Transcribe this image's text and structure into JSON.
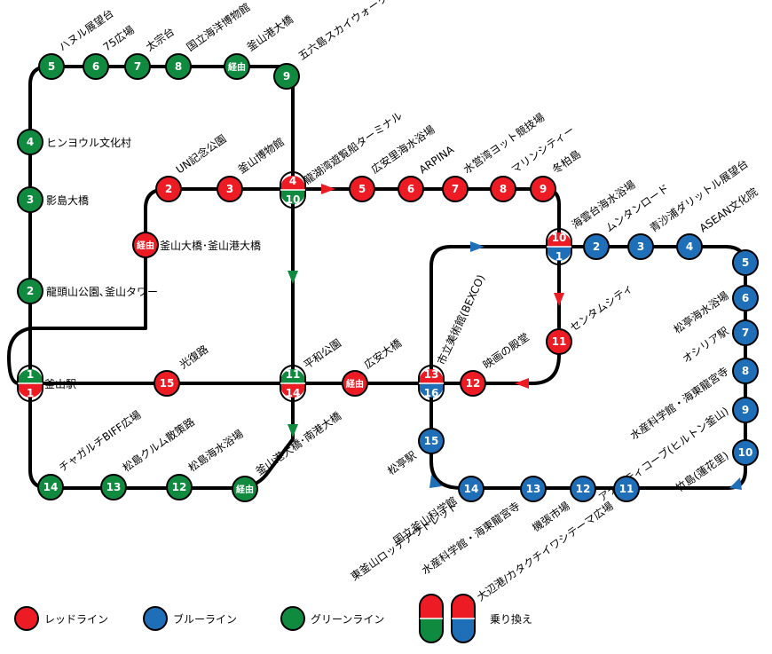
{
  "colors": {
    "red": "#ed1c24",
    "blue": "#1f6fb8",
    "green": "#0f8a3f",
    "track": "#000000"
  },
  "stations": [
    {
      "id": "g5",
      "line": "green",
      "num": "5",
      "label": "ハヌル展望台"
    },
    {
      "id": "g6",
      "line": "green",
      "num": "6",
      "label": "75広場"
    },
    {
      "id": "g7",
      "line": "green",
      "num": "7",
      "label": "太宗台"
    },
    {
      "id": "g8",
      "line": "green",
      "num": "8",
      "label": "国立海洋博物館"
    },
    {
      "id": "g-via1",
      "line": "green",
      "num": "経由",
      "label": "釜山港大橋"
    },
    {
      "id": "g9",
      "line": "green",
      "num": "9",
      "label": "五六島スカイウォーク"
    },
    {
      "id": "g4",
      "line": "green",
      "num": "4",
      "label": "ヒンヨウル文化村"
    },
    {
      "id": "g3",
      "line": "green",
      "num": "3",
      "label": "影島大橋"
    },
    {
      "id": "g2",
      "line": "green",
      "num": "2",
      "label": "龍頭山公園､釜山タワー"
    },
    {
      "id": "g14",
      "line": "green",
      "num": "14",
      "label": "チャガルチBIFF広場"
    },
    {
      "id": "g13",
      "line": "green",
      "num": "13",
      "label": "松島クルム散策路"
    },
    {
      "id": "g12",
      "line": "green",
      "num": "12",
      "label": "松島海水浴場"
    },
    {
      "id": "g-via2",
      "line": "green",
      "num": "経由",
      "label": "釜山港大橋･南港大橋"
    },
    {
      "id": "r2",
      "line": "red",
      "num": "2",
      "label": "UN記念公園"
    },
    {
      "id": "r3",
      "line": "red",
      "num": "3",
      "label": "釜山博物館"
    },
    {
      "id": "r-via1",
      "line": "red",
      "num": "経由",
      "label": "釜山大橋･釜山港大橋"
    },
    {
      "id": "r15",
      "line": "red",
      "num": "15",
      "label": "光復路"
    },
    {
      "id": "r-via2",
      "line": "red",
      "num": "経由",
      "label": "広安大橋"
    },
    {
      "id": "r5",
      "line": "red",
      "num": "5",
      "label": "広安里海水浴場"
    },
    {
      "id": "r6",
      "line": "red",
      "num": "6",
      "label": "ARPINA"
    },
    {
      "id": "r7",
      "line": "red",
      "num": "7",
      "label": "水営湾ヨット競技場"
    },
    {
      "id": "r8",
      "line": "red",
      "num": "8",
      "label": "マリンシティー"
    },
    {
      "id": "r9",
      "line": "red",
      "num": "9",
      "label": "冬柏島"
    },
    {
      "id": "r11",
      "line": "red",
      "num": "11",
      "label": "センタムシティ"
    },
    {
      "id": "r12",
      "line": "red",
      "num": "12",
      "label": "映画の殿堂"
    },
    {
      "id": "b2",
      "line": "blue",
      "num": "2",
      "label": "ムンタンロード"
    },
    {
      "id": "b3",
      "line": "blue",
      "num": "3",
      "label": "青沙浦ダリットル展望台"
    },
    {
      "id": "b4",
      "line": "blue",
      "num": "4",
      "label": "ASEAN文化院"
    },
    {
      "id": "b5",
      "line": "blue",
      "num": "5",
      "label": ""
    },
    {
      "id": "b6",
      "line": "blue",
      "num": "6",
      "label": "松亭海水浴場"
    },
    {
      "id": "b7",
      "line": "blue",
      "num": "7",
      "label": "オシリア駅"
    },
    {
      "id": "b8",
      "line": "blue",
      "num": "8",
      "label": "水産科学館・海東龍宮寺"
    },
    {
      "id": "b9",
      "line": "blue",
      "num": "9",
      "label": "アナンティコーブ(ヒルトン釜山)"
    },
    {
      "id": "b10",
      "line": "blue",
      "num": "10",
      "label": "竹島(蓮花里)"
    },
    {
      "id": "b11",
      "line": "blue",
      "num": "11",
      "label": "大辺港/カタクチイワシテーマ広場"
    },
    {
      "id": "b12",
      "line": "blue",
      "num": "12",
      "label": "機張市場"
    },
    {
      "id": "b13",
      "line": "blue",
      "num": "13",
      "label": "水産科学館・海東龍宮寺"
    },
    {
      "id": "b14",
      "line": "blue",
      "num": "14",
      "label": "東釜山ロッテアウトレット"
    },
    {
      "id": "b14b",
      "line": "blue",
      "num": "14",
      "label": "国立釜山科学館"
    },
    {
      "id": "b15",
      "line": "blue",
      "num": "15",
      "label": "松亭駅"
    }
  ],
  "transfers": [
    {
      "id": "t-busan",
      "top_line": "green",
      "top_num": "1",
      "bottom_line": "red",
      "bottom_num": "1",
      "label": "釜山駅"
    },
    {
      "id": "t-museum",
      "top_line": "red",
      "top_num": "4",
      "bottom_line": "green",
      "bottom_num": "10",
      "label": "龍湖湾遊覧船ターミナル"
    },
    {
      "id": "t-pyeonghwa",
      "top_line": "green",
      "top_num": "11",
      "bottom_line": "red",
      "bottom_num": "14",
      "label": "平和公園"
    },
    {
      "id": "t-bexco",
      "top_line": "red",
      "top_num": "13",
      "bottom_line": "blue",
      "bottom_num": "16",
      "label": "市立美術館(BEXCO)"
    },
    {
      "id": "t-haeundae",
      "top_line": "red",
      "top_num": "10",
      "bottom_line": "blue",
      "bottom_num": "1",
      "label": "海雲台海水浴場"
    }
  ],
  "legend": [
    {
      "id": "red",
      "label": "レッドライン"
    },
    {
      "id": "blue",
      "label": "ブルーライン"
    },
    {
      "id": "green",
      "label": "グリーンライン"
    },
    {
      "id": "transfer",
      "label": "乗り換え"
    }
  ]
}
